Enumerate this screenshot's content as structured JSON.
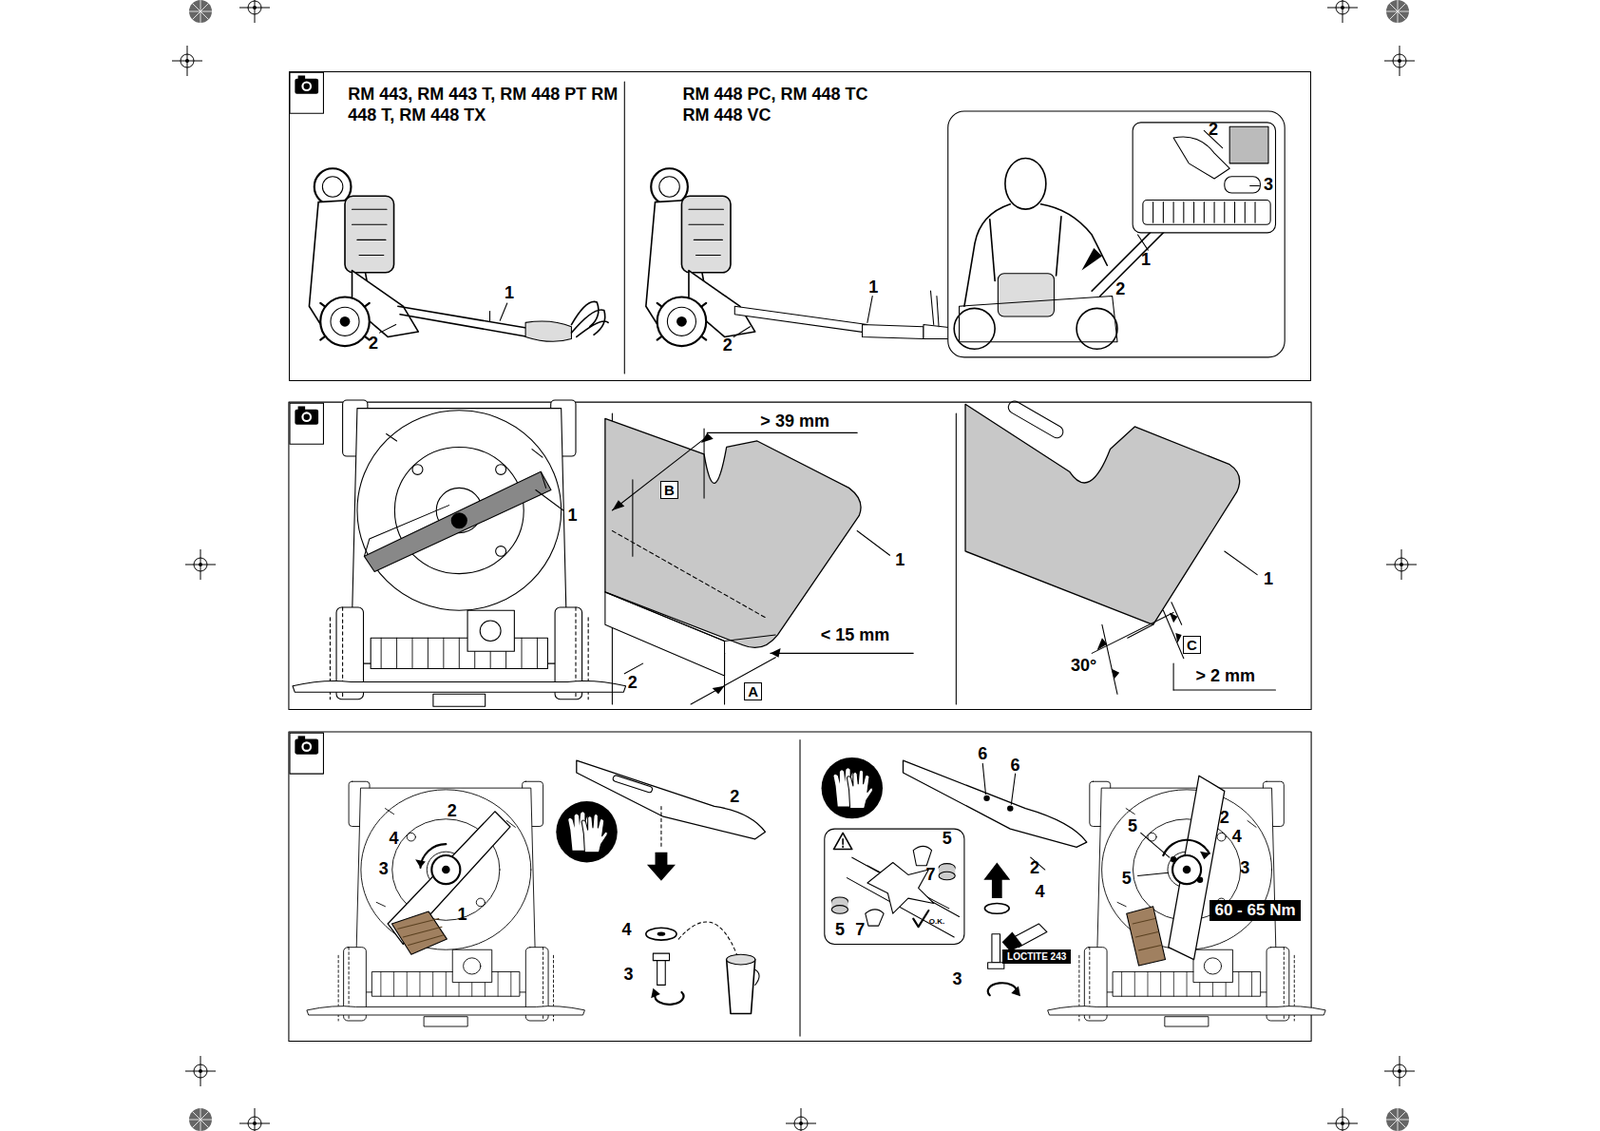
{
  "diagram": {
    "nodes": [
      {
        "text": [
          "RM 443, RM 443 T, RM 448 PT RM 448 T, RM 448 TX",
          "RM 448 PC, RM 448 TC RM 448 VC"
        ]
      },
      {
        "text": [
          "B"
        ]
      },
      {
        "text": [
          "A"
        ]
      },
      {
        "text": [
          "C"
        ]
      },
      {
        "text": [
          "LOCTITE 243"
        ]
      },
      {
        "text": [
          "60 - 65 Nm"
        ]
      }
    ],
    "labels": [
      "1",
      "2",
      "1",
      "2",
      "2",
      "3",
      "1",
      "2",
      "1",
      "> 39 mm",
      "1",
      "< 15 mm",
      "2",
      "1",
      "30°",
      "> 2 mm",
      "2",
      "4",
      "3",
      "1",
      "2",
      "4",
      "3",
      "6",
      "6",
      "5",
      "7",
      "5",
      "7",
      "O.K.",
      "2",
      "4",
      "3",
      "5",
      "2",
      "4",
      "5",
      "3"
    ]
  }
}
